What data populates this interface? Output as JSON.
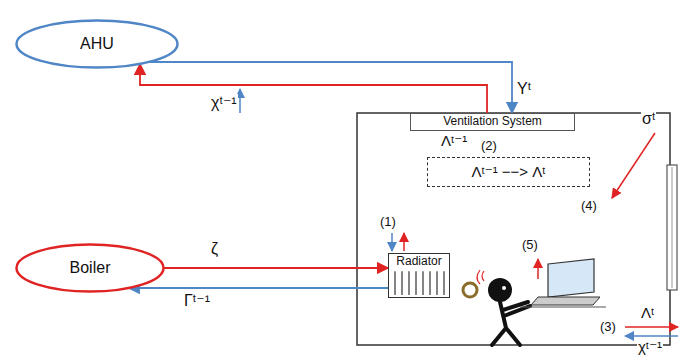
{
  "diagram": {
    "nodes": [
      {
        "text": [
          "AHU"
        ]
      },
      {
        "text": [
          "Ventilation System"
        ]
      },
      {
        "text": [
          "Λᵗ⁻¹ −−> Λᵗ"
        ]
      },
      {
        "text": [
          "Radiator"
        ]
      },
      {
        "text": [
          "Boiler"
        ]
      }
    ],
    "edges": [
      {
        "from": 0,
        "to": 1,
        "arrow": "to",
        "label": "Υᵗ"
      },
      {
        "from": 1,
        "to": 0,
        "arrow": "to"
      },
      {
        "from": 4,
        "to": 3,
        "arrow": "to",
        "label": "ζ"
      },
      {
        "from": 3,
        "to": 4,
        "arrow": "to",
        "label": "Γᵗ⁻¹"
      }
    ],
    "labels": [
      "χᵗ⁻¹",
      "Λᵗ⁻¹",
      "(2)",
      "σᵗ",
      "(4)",
      "(1)",
      "(5)",
      "Λᵗ",
      "(3)",
      "χᵗ⁻¹"
    ]
  }
}
